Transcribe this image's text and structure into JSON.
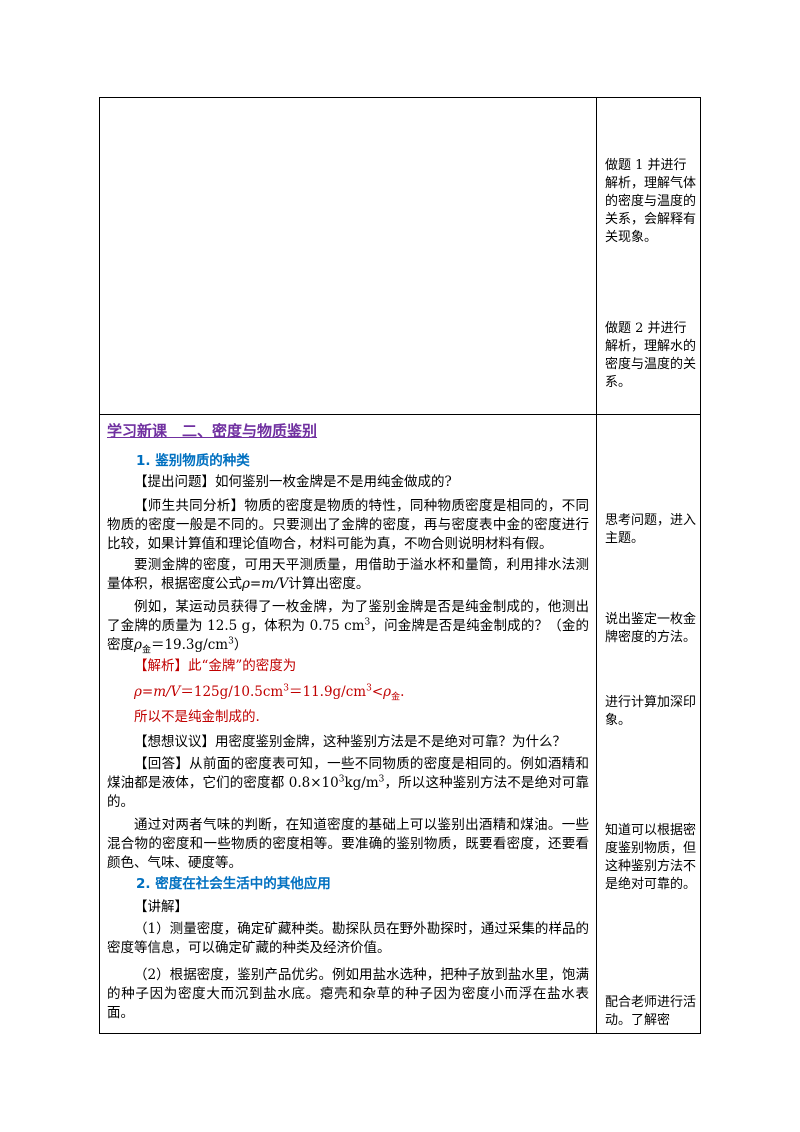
{
  "side_notes": {
    "note1": "做题 1 并进行解析，理解气体的密度与温度的关系，会解释有关现象。",
    "note2": "做题 2 并进行解析，理解水的密度与温度的关系。",
    "note3": "思考问题，进入主题。",
    "note4": "说出鉴定一枚金牌密度的方法。",
    "note5": "进行计算加深印象。",
    "note6": "知道可以根据密度鉴别物质，但这种鉴别方法不是绝对可靠的。",
    "note7": "配合老师进行活动。了解密"
  },
  "section": {
    "heading": "学习新课　二、密度与物质鉴别",
    "sub1": "1. 鉴别物质的种类",
    "sub2": "2. 密度在社会生活中的其他应用"
  },
  "paragraphs": {
    "p1": "【提出问题】如何鉴别一枚金牌是不是用纯金做成的?",
    "p2": "【师生共同分析】物质的密度是物质的特性，同种物质密度是相同的，不同物质的密度一般是不同的。只要测出了金牌的密度，再与密度表中金的密度进行比较，如果计算值和理论值吻合，材料可能为真，不吻合则说明材料有假。",
    "p3": "要测金牌的密度，可用天平测质量，用借助于溢水杯和量筒，利用排水法测量体积，根据密度公式",
    "p3_formula": "ρ=m/V",
    "p3_end": "计算出密度。",
    "p4a": "例如，某运动员获得了一枚金牌，为了鉴别金牌是否是纯金制成的，他测出了金牌的质量为 12.5 g，体积为 0.75 cm",
    "p4b": "，问金牌是否是纯金制成的？（金的密度",
    "p4c": "ρ",
    "p4_sub": "金",
    "p4d": "＝19.3g/cm",
    "p4e": "）",
    "sup3": "3",
    "jx_label": "【解析】此“金牌”的密度为",
    "jx_formula_a": "ρ=m/V",
    "jx_formula_b": "＝125g/10.5cm",
    "jx_formula_c": "＝11.9g/cm",
    "jx_formula_d": "<ρ",
    "jx_formula_e": ".",
    "jx_conclusion": "所以不是纯金制成的.",
    "p5": "【想想议议】用密度鉴别金牌，这种鉴别方法是不是绝对可靠？为什么？",
    "p6a": "【回答】从前面的密度表可知，一些不同物质的密度是相同的。例如酒精和煤油都是液体，它们的密度都 0.8×10",
    "p6b": "kg/m",
    "p6c": "，所以这种鉴别方法不是绝对可靠的。",
    "p7": "通过对两者气味的判断，在知道密度的基础上可以鉴别出酒精和煤油。一些混合物的密度和一些物质的密度相等。要准确的鉴别物质，既要看密度，还要看颜色、气味、硬度等。",
    "p8": "【讲解】",
    "p9": "（1）测量密度，确定矿藏种类。勘探队员在野外勘探时，通过采集的样品的密度等信息，可以确定矿藏的种类及经济价值。",
    "p10": "（2）根据密度，鉴别产品优劣。例如用盐水选种，把种子放到盐水里，饱满的种子因为密度大而沉到盐水底。瘪壳和杂草的种子因为密度小而浮在盐水表面。"
  }
}
